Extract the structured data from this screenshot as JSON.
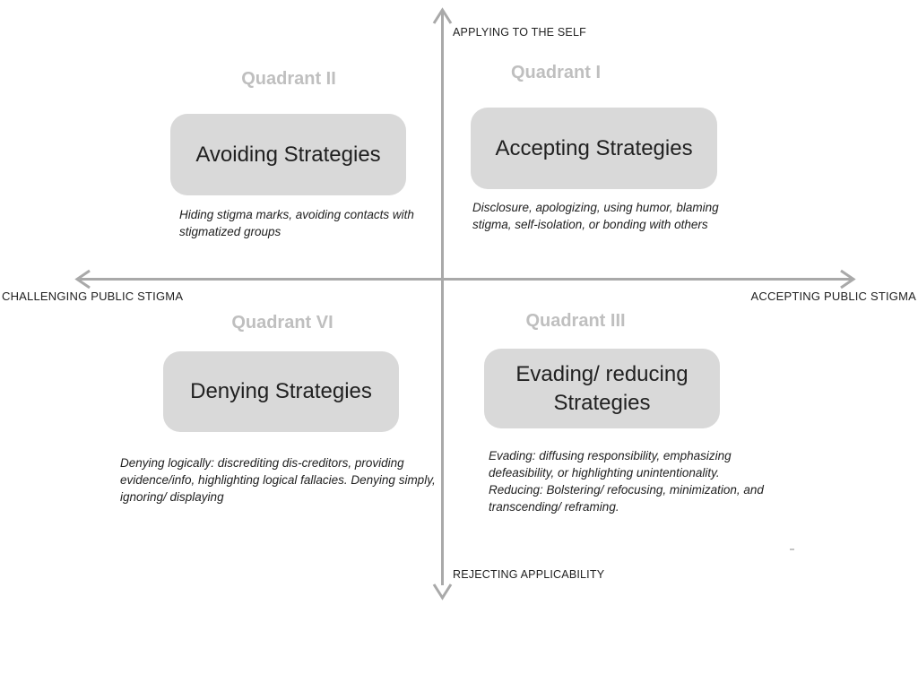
{
  "axes": {
    "vertical": {
      "top_label": "APPLYING TO THE SELF",
      "bottom_label": "REJECTING APPLICABILITY"
    },
    "horizontal": {
      "left_label": "CHALLENGING PUBLIC STIGMA",
      "right_label": "ACCEPTING PUBLIC STIGMA"
    }
  },
  "quadrants": [
    {
      "label": "Quadrant II",
      "box_title": "Avoiding Strategies",
      "description": "Hiding stigma marks, avoiding contacts with stigmatized groups"
    },
    {
      "label": "Quadrant I",
      "box_title": "Accepting Strategies",
      "description": "Disclosure, apologizing, using humor, blaming stigma, self-isolation, or bonding with others"
    },
    {
      "label": "Quadrant VI",
      "box_title": "Denying Strategies",
      "description": "Denying logically: discrediting dis-creditors, providing evidence/info, highlighting logical fallacies.  Denying simply, ignoring/ displaying"
    },
    {
      "label": "Quadrant III",
      "box_title": "Evading/ reducing Strategies",
      "description": "Evading: diffusing responsibility, emphasizing defeasibility, or highlighting unintentionality. Reducing: Bolstering/ refocusing, minimization, and transcending/ reframing."
    }
  ],
  "colors": {
    "axis": "#a9a9a9",
    "box_fill": "#d9d9d9",
    "quadrant_label": "#bfbfbf",
    "text": "#212121"
  }
}
